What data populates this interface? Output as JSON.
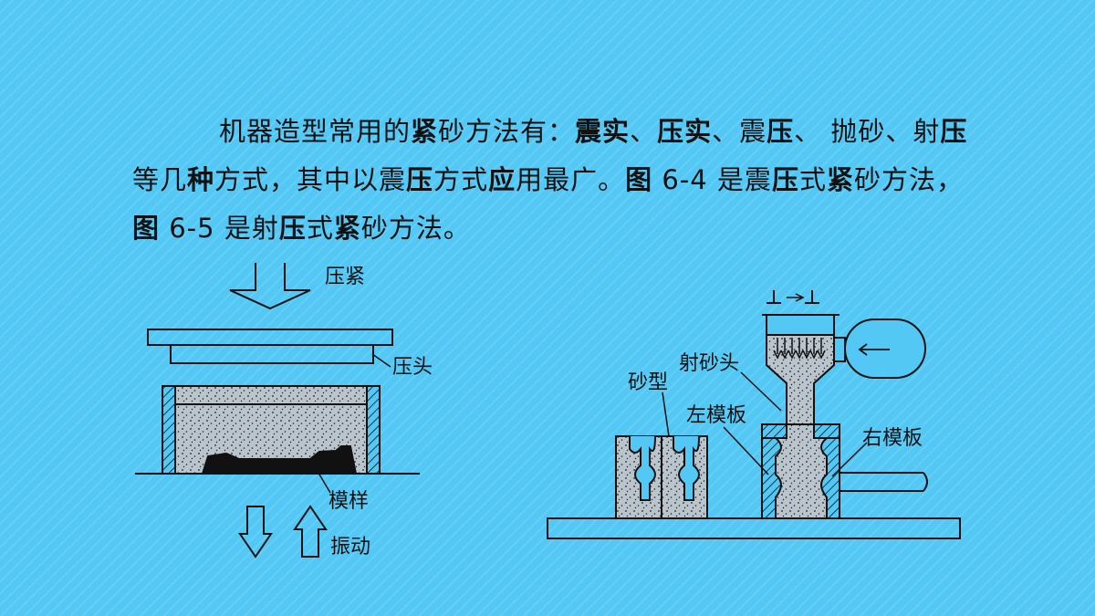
{
  "text": {
    "p1": "机器造型常用的",
    "b1": "紧",
    "p2": "砂方法有：",
    "b2": "震实",
    "p3": "、",
    "b3": "压实",
    "p4": "、震",
    "b4": "压",
    "p5": "、 抛砂、射",
    "b5": "压",
    "p6": "等几",
    "b6": "种",
    "p7": "方式，其中以震",
    "b7": "压",
    "p8": "方式",
    "b8": "应",
    "p9": "用最广。",
    "b9": "图",
    "p10": " 6-4 是震",
    "b10": "压",
    "p11": "式",
    "b11": "紧",
    "p12": "砂方法，",
    "b12": "图",
    "p13": " 6-5 是射",
    "b13": "压",
    "p14": "式",
    "b14": "紧",
    "p15": "砂方法。"
  },
  "fig_left": {
    "press": "压紧",
    "head": "压头",
    "pattern": "模样",
    "vibrate": "振动"
  },
  "fig_right": {
    "mold": "砂型",
    "shooter": "射砂头",
    "left_plate": "左模板",
    "right_plate": "右模板"
  },
  "colors": {
    "background": "#54c8f5",
    "sand": "#b9c4cc",
    "ink": "#111111"
  }
}
